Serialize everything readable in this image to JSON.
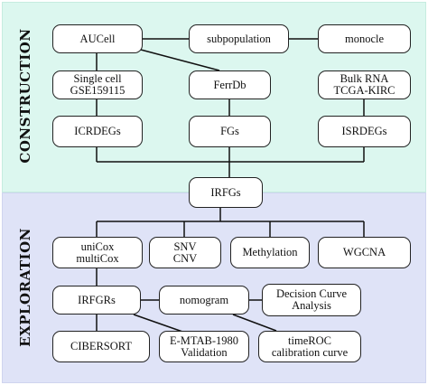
{
  "sections": {
    "construction": "CONSTRUCTION",
    "exploration": "EXPLORATION"
  },
  "nodes": {
    "aucell": "AUCell",
    "subpopulation": "subpopulation",
    "monocle": "monocle",
    "single_cell": "Single cell\nGSE159115",
    "ferrdb": "FerrDb",
    "bulk_rna": "Bulk RNA\nTCGA-KIRC",
    "icrdegs": "ICRDEGs",
    "fgs": "FGs",
    "isrdegs": "ISRDEGs",
    "irfgs": "IRFGs",
    "unicox": "uniCox\nmultiCox",
    "snv": "SNV\nCNV",
    "methylation": "Methylation",
    "wgcna": "WGCNA",
    "irfgrs": "IRFGRs",
    "nomogram": "nomogram",
    "decision_curve": "Decision Curve\nAnalysis",
    "cibersort": "CIBERSORT",
    "emtab": "E-MTAB-1980\nValidation",
    "timeroc": "timeROC\ncalibration curve"
  },
  "colors": {
    "construction_bg": "#dcf7ef",
    "exploration_bg": "#dfe3f7",
    "line": "#111111"
  }
}
